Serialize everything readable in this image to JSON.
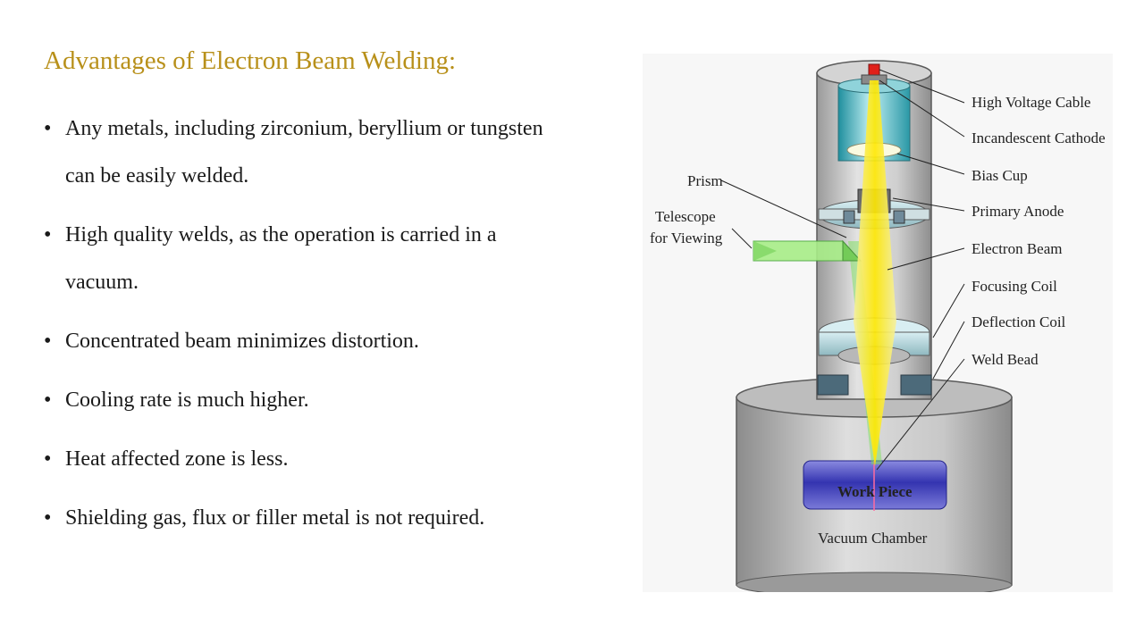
{
  "slide": {
    "title": "Advantages of Electron Beam Welding:",
    "bullet_glyph": "•",
    "bullets": [
      "Any metals, including zirconium, beryllium or tungsten can be easily welded.",
      "High quality welds, as the operation is carried in a vacuum.",
      "Concentrated beam minimizes distortion.",
      "Cooling rate is much higher.",
      "Heat affected zone is less.",
      "Shielding gas, flux or filler metal is not required."
    ]
  },
  "diagram": {
    "labels": {
      "high_voltage_cable": "High Voltage Cable",
      "incandescent_cathode": "Incandescent Cathode",
      "bias_cup": "Bias Cup",
      "primary_anode": "Primary Anode",
      "electron_beam": "Electron Beam",
      "focusing_coil": "Focusing Coil",
      "deflection_coil": "Deflection Coil",
      "weld_bead": "Weld Bead",
      "prism": "Prism",
      "telescope_line1": "Telescope",
      "telescope_line2": "for Viewing",
      "work_piece": "Work Piece",
      "vacuum_chamber": "Vacuum Chamber"
    },
    "colors": {
      "title": "#b8901a",
      "electron_beam": "#ffee00",
      "viewing_light": "#66dd44",
      "work_piece": "#3a3ab8",
      "cathode_cup": "#3aa8b8",
      "body_gray": "#b8b8b8"
    }
  }
}
